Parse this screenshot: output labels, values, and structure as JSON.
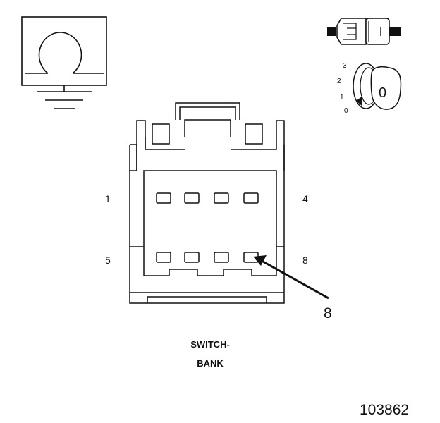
{
  "connector": {
    "pin_labels": {
      "p1": "1",
      "p4": "4",
      "p5": "5",
      "p8": "8"
    },
    "callout": "8"
  },
  "caption": {
    "line1": "SWITCH-",
    "line2": "BANK"
  },
  "ignition_switch": {
    "positions": {
      "p3": "3",
      "p2": "2",
      "p1": "1",
      "p0": "0"
    },
    "key_label": "0"
  },
  "figure_number": "103862",
  "icons": {
    "ground": "ohm-ground-icon",
    "fuse": "fuse-icon",
    "ignition": "ignition-key-icon"
  }
}
